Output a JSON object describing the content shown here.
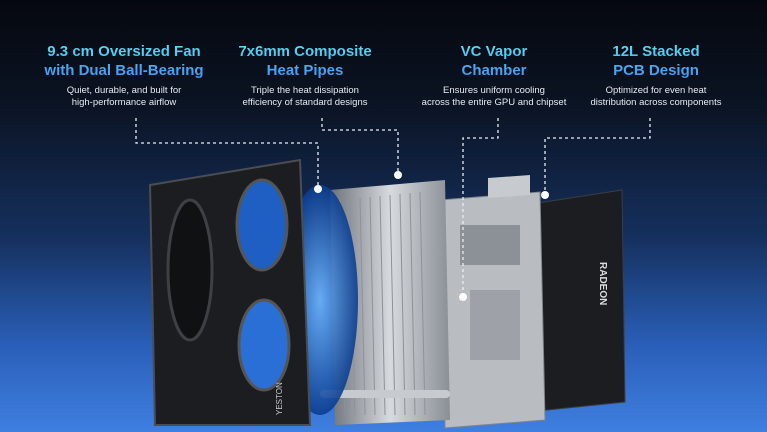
{
  "features": [
    {
      "title_line1": "9.3 cm Oversized Fan",
      "title_line2": "with Dual Ball-Bearing",
      "desc_line1": "Quiet, durable, and built for",
      "desc_line2": "high-performance airflow"
    },
    {
      "title_line1": "7x6mm Composite",
      "title_line2": "Heat Pipes",
      "desc_line1": "Triple the heat dissipation",
      "desc_line2": "efficiency of standard designs"
    },
    {
      "title_line1": "VC Vapor",
      "title_line2": "Chamber",
      "desc_line1": "Ensures uniform cooling",
      "desc_line2": "across the entire GPU and chipset"
    },
    {
      "title_line1": "12L Stacked",
      "title_line2": "PCB Design",
      "desc_line1": "Optimized for even heat",
      "desc_line2": "distribution across components"
    }
  ],
  "product": {
    "backplate_brand": "RADEON",
    "fan_brand": "YESTON"
  },
  "colors": {
    "title_top": "#5fe3f0",
    "title_bottom": "#3f8ff5",
    "bg_top": "#05080f",
    "bg_bottom": "#3f7fe0"
  }
}
